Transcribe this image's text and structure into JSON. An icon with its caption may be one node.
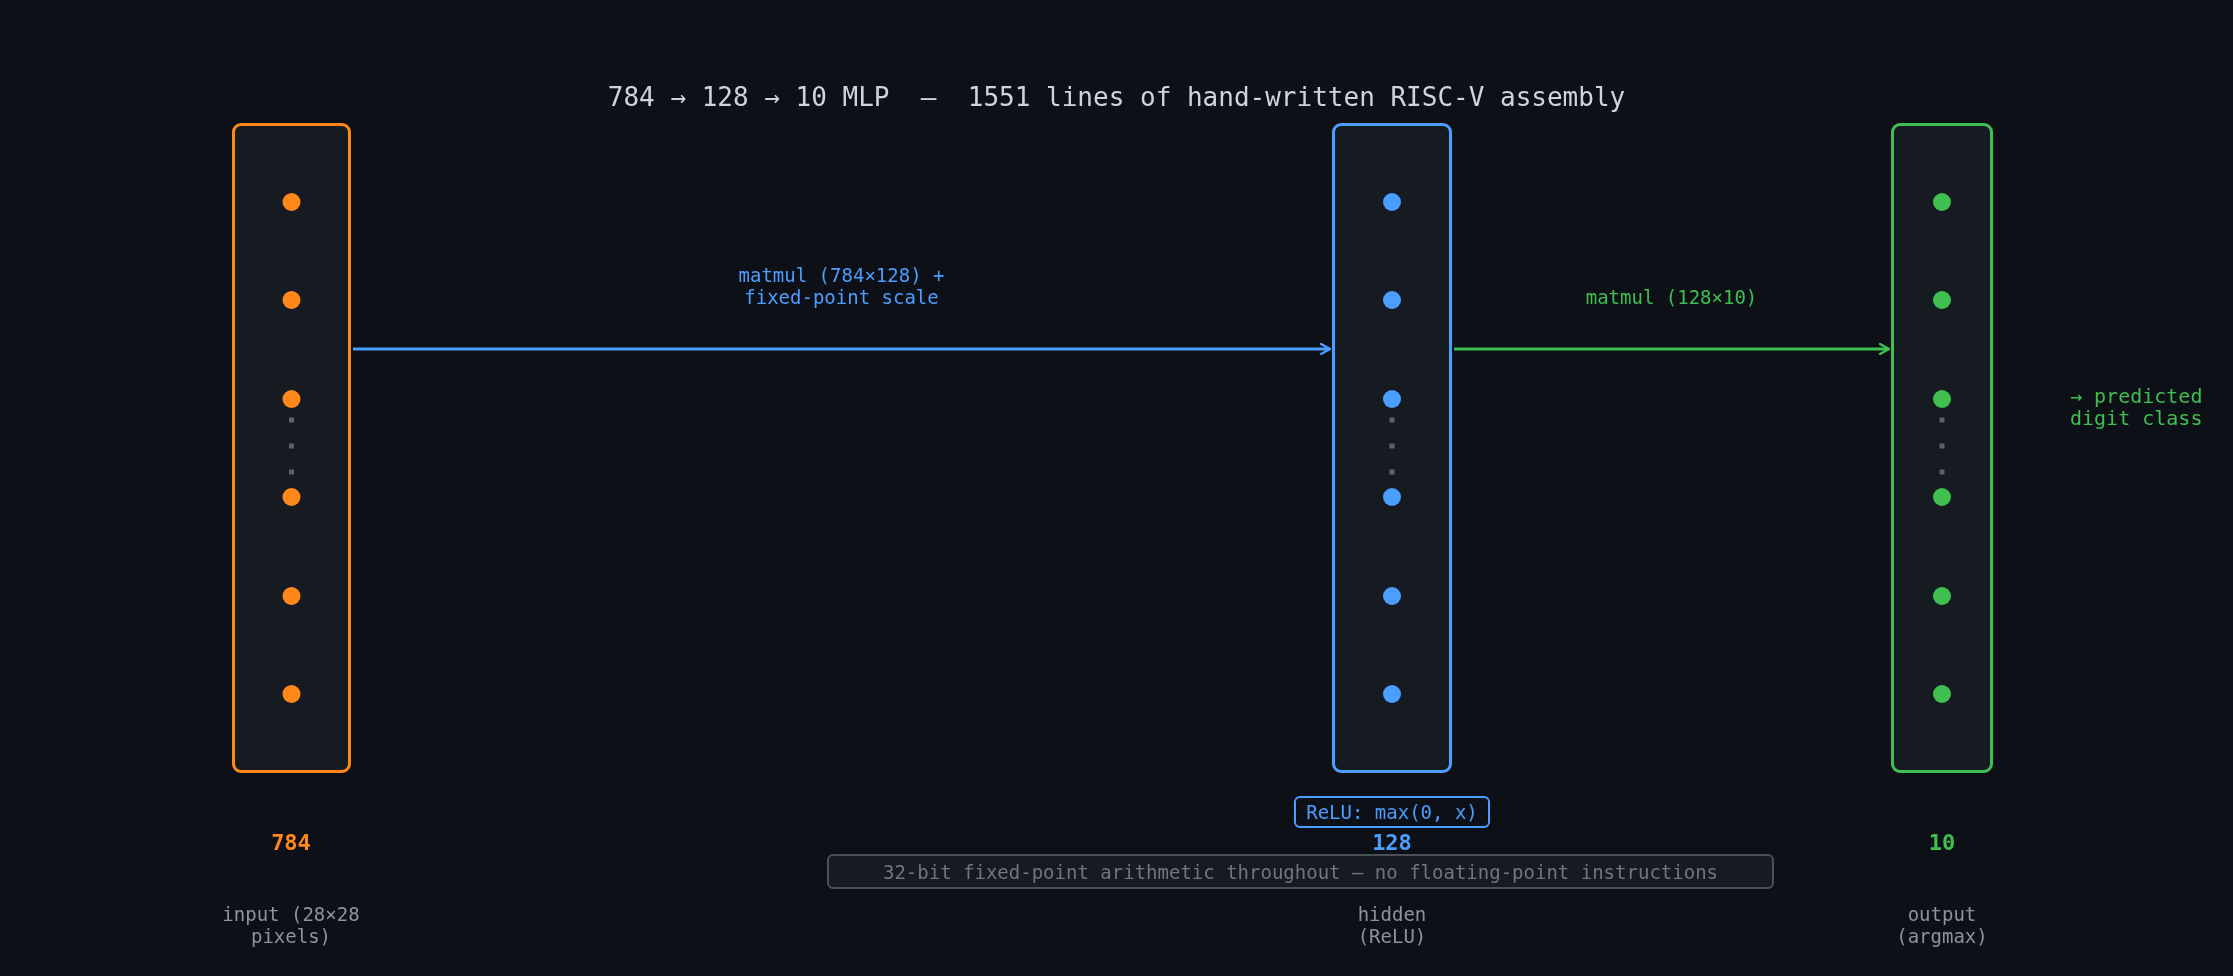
{
  "diagram": {
    "title": "784 → 128 → 10 MLP  —  1551 lines of hand-written RISC-V assembly",
    "nodes": [
      {
        "text": [],
        "shape": "box"
      },
      {
        "text": [],
        "shape": "box"
      },
      {
        "text": [],
        "shape": "box"
      },
      {
        "text": [
          "ReLU: max(0, x)"
        ]
      },
      {
        "text": [
          "32-bit fixed-point arithmetic throughout — no floating-point instructions"
        ]
      }
    ],
    "edges": [
      {
        "from": 0,
        "to": 1,
        "arrow": "to",
        "label": "matmul (784×128) + fixed-point scale",
        "color": "#4a9eff"
      },
      {
        "from": 1,
        "to": 2,
        "arrow": "to",
        "label": "matmul (128×10)",
        "color": "#3fbf4f"
      }
    ],
    "labels": [
      "→ predicted digit class",
      "784",
      "128",
      "10",
      "input (28×28 pixels)",
      "hidden (ReLU)",
      "output (argmax)"
    ]
  }
}
